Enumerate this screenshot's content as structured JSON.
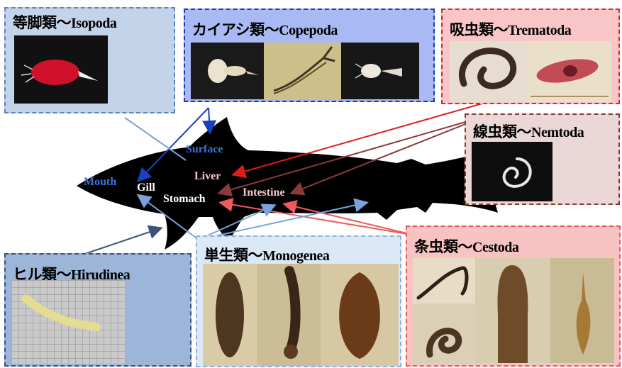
{
  "colors": {
    "isopoda_bg": "#c3d3ea",
    "isopoda_border": "#5b86bd",
    "copepoda_bg": "#a9b9f3",
    "copepoda_border": "#1e3aa8",
    "trematoda_bg": "#f8c6c6",
    "trematoda_border": "#d92a2a",
    "nematoda_bg": "#ecd7d7",
    "nematoda_border": "#8a3434",
    "hirudinea_bg": "#9cb5d9",
    "hirudinea_border": "#3b5378",
    "monogenea_bg": "#dbe8f5",
    "monogenea_border": "#8fb2dc",
    "cestoda_bg": "#f7c3c3",
    "cestoda_border": "#e45b5b",
    "organ_blue": "#3d72d8",
    "organ_pink": "#f5c8c8",
    "organ_white": "#ffffff"
  },
  "groups": {
    "isopoda": {
      "title_jp": "等脚類〜",
      "title_en": "Isopoda"
    },
    "copepoda": {
      "title_jp": "カイアシ類〜",
      "title_en": "Copepoda"
    },
    "trematoda": {
      "title_jp": "吸虫類〜",
      "title_en": "Trematoda"
    },
    "nematoda": {
      "title_jp": "線虫類〜",
      "title_en": "Nemtoda"
    },
    "hirudinea": {
      "title_jp": "ヒル類〜",
      "title_en": "Hirudinea"
    },
    "monogenea": {
      "title_jp": "単生類〜",
      "title_en": "Monogenea"
    },
    "cestoda": {
      "title_jp": "条虫類〜",
      "title_en": "Cestoda"
    }
  },
  "organs": {
    "surface": "Surface",
    "mouth": "Mouth",
    "gill": "Gill",
    "liver": "Liver",
    "stomach": "Stomach",
    "intestine": "Intestine"
  }
}
